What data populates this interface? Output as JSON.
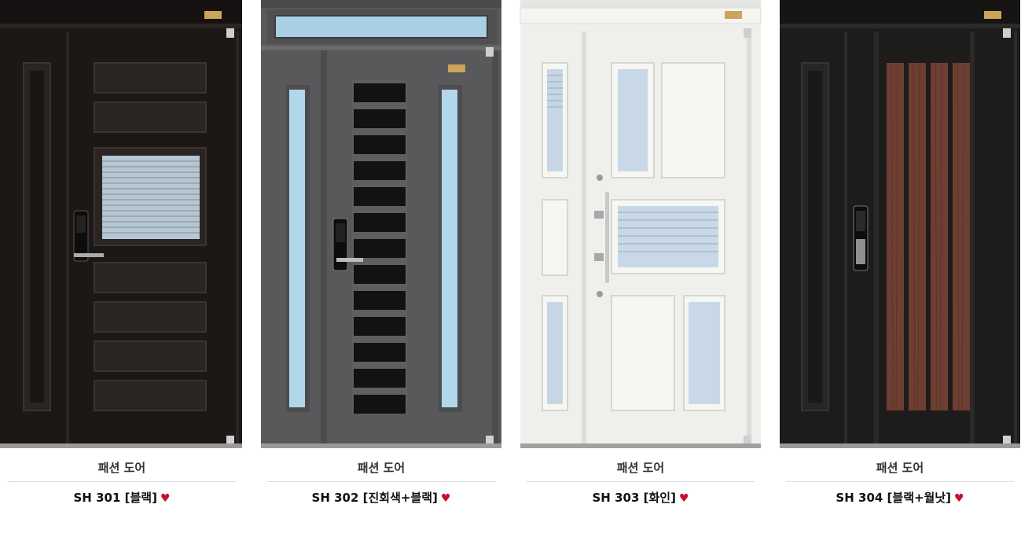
{
  "products": [
    {
      "category": "패션 도어",
      "name": "SH 301 [블랙]",
      "color": "#1e1a18"
    },
    {
      "category": "패션 도어",
      "name": "SH 302 [진회색+블랙]",
      "color": "#5b5b5d"
    },
    {
      "category": "패션 도어",
      "name": "SH 303 [화인]",
      "color": "#f1f1ee"
    },
    {
      "category": "패션 도어",
      "name": "SH 304 [블랙+월낫]",
      "color": "#1f1e1d"
    }
  ],
  "icons": {
    "wishlist": "heart-icon"
  },
  "accent": "#c8102e"
}
